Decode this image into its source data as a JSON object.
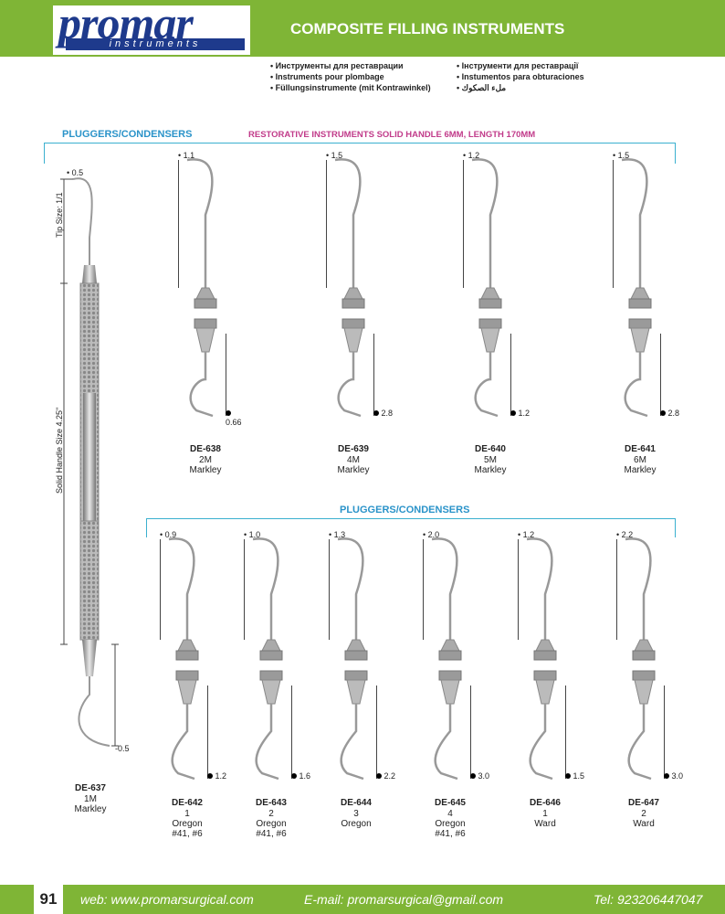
{
  "header": {
    "logo_word": "promar",
    "logo_sub": "instruments",
    "title": "COMPOSITE FILLING INSTRUMENTS",
    "languages_left": [
      "Инструменты для реставрации",
      "Instruments pour plombage",
      "Füllungsinstrumente (mit Kontrawinkel)"
    ],
    "languages_right": [
      "Інструменти для реставрації",
      "Instumentos para obturaciones",
      "ملء الصكوك"
    ]
  },
  "section1": {
    "label": "PLUGGERS/CONDENSERS",
    "subtitle": "RESTORATIVE INSTRUMENTS SOLID HANDLE 6MM, LENGTH 170MM"
  },
  "section2": {
    "label": "PLUGGERS/CONDENSERS"
  },
  "big_instrument": {
    "code": "DE-637",
    "size": "1M",
    "name": "Markley",
    "tip_top": "0.5",
    "tip_bottom": "0.5",
    "tip_size_label": "Tip Size: 1/1",
    "handle_label": "Solid Handle Size 4.25\""
  },
  "row1": [
    {
      "code": "DE-638",
      "size": "2M",
      "name": "Markley",
      "top": "1.1",
      "bottom": "0.66"
    },
    {
      "code": "DE-639",
      "size": "4M",
      "name": "Markley",
      "top": "1.5",
      "bottom": "2.8"
    },
    {
      "code": "DE-640",
      "size": "5M",
      "name": "Markley",
      "top": "1.2",
      "bottom": "1.2"
    },
    {
      "code": "DE-641",
      "size": "6M",
      "name": "Markley",
      "top": "1.5",
      "bottom": "2.8"
    }
  ],
  "row2": [
    {
      "code": "DE-642",
      "size": "1",
      "name": "Oregon",
      "extra": "#41, #6",
      "top": "0.9",
      "bottom": "1.2"
    },
    {
      "code": "DE-643",
      "size": "2",
      "name": "Oregon",
      "extra": "#41, #6",
      "top": "1.0",
      "bottom": "1.6"
    },
    {
      "code": "DE-644",
      "size": "3",
      "name": "Oregon",
      "extra": "",
      "top": "1.3",
      "bottom": "2.2"
    },
    {
      "code": "DE-645",
      "size": "4",
      "name": "Oregon",
      "extra": "#41, #6",
      "top": "2.0",
      "bottom": "3.0"
    },
    {
      "code": "DE-646",
      "size": "1",
      "name": "Ward",
      "extra": "",
      "top": "1.2",
      "bottom": "1.5"
    },
    {
      "code": "DE-647",
      "size": "2",
      "name": "Ward",
      "extra": "",
      "top": "2.2",
      "bottom": "3.0"
    }
  ],
  "footer": {
    "page": "91",
    "web": "web: www.promarsurgical.com",
    "email": "E-mail: promarsurgical@gmail.com",
    "tel": "Tel: 923206447047"
  },
  "colors": {
    "green": "#7fb536",
    "blue": "#1e3a8c",
    "cyan": "#3bb0cf",
    "pink": "#c13b8a"
  }
}
